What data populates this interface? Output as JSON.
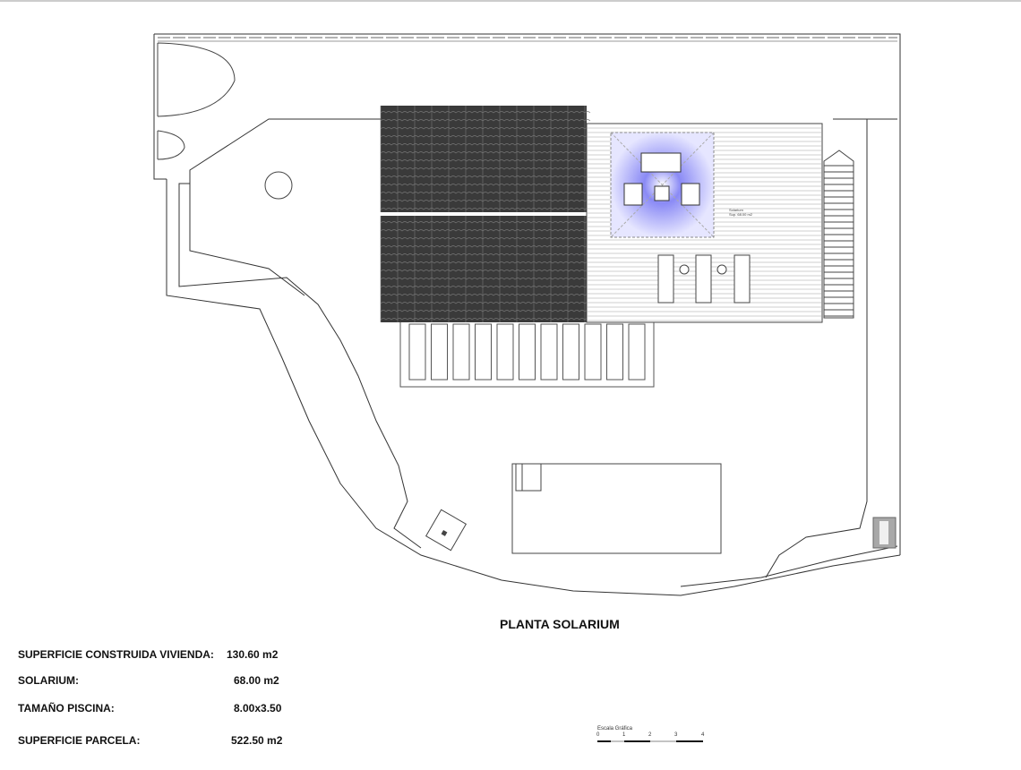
{
  "drawing": {
    "title": "PLANTA SOLARIUM",
    "solarium_label": "Solarium",
    "solarium_area_label": "Sup. 68.00 m2",
    "colors": {
      "roof": "#3a3a3a",
      "deck_line": "#9a9a9a",
      "glow": "#6f6ff0",
      "meter_box": "#a8a8a8"
    }
  },
  "summary": [
    {
      "label": "SUPERFICIE CONSTRUIDA VIVIENDA:",
      "value": "130.60 m2"
    },
    {
      "label": "SOLARIUM:",
      "value": "68.00 m2"
    },
    {
      "label": "TAMAÑO PISCINA:",
      "value": "8.00x3.50"
    },
    {
      "label": "SUPERFICIE PARCELA:",
      "value": "522.50 m2"
    }
  ],
  "scale_bar": {
    "label": "Escala Gráfica",
    "ticks": [
      "0",
      "1",
      "2",
      "3",
      "4"
    ]
  }
}
